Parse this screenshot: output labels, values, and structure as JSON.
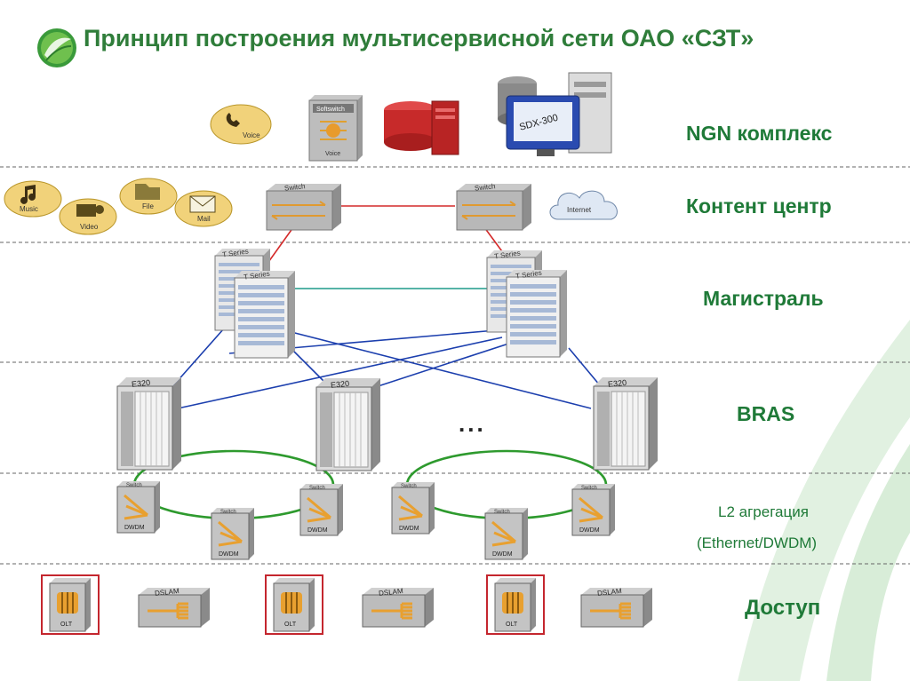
{
  "title": "Принцип построения мультисервисной сети ОАО «СЗТ»",
  "colors": {
    "title": "#2f7d3a",
    "label": "#1f7a38",
    "link_red": "#d42a2a",
    "link_blue": "#1c3fae",
    "link_teal": "#1f9a8a",
    "ring_green": "#2e9a2e",
    "access_frame": "#c4262e"
  },
  "layers": {
    "ngn": "NGN комплекс",
    "content": "Контент центр",
    "backbone": "Магистраль",
    "bras": "BRAS",
    "l2_line1": "L2 агрегация",
    "l2_line2": "(Ethernet/DWDM)",
    "access": "Доступ"
  },
  "devices": {
    "voice": "Voice",
    "softswitch_top": "Softswitch",
    "softswitch_bottom": "Voice",
    "sdx": "SDX-300",
    "music": "Music",
    "video": "Video",
    "file": "File",
    "mail": "Mail",
    "switch": "Switch",
    "internet": "Internet",
    "t_series": "T Series",
    "e320": "E320",
    "dwdm": "DWDM",
    "olt": "OLT",
    "dslam": "DSLAM"
  },
  "ellipsis": "..."
}
